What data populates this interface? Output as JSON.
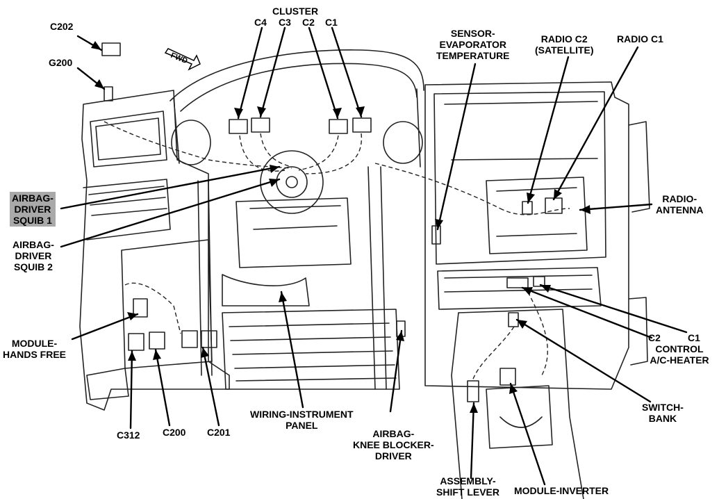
{
  "diagram": {
    "labels": {
      "cluster": "CLUSTER",
      "c4": "C4",
      "c3": "C3",
      "c2_cluster": "C2",
      "c1_cluster": "C1",
      "c202": "C202",
      "g200": "G200",
      "fwd": "FWD",
      "sensor_evap": [
        "SENSOR-",
        "EVAPORATOR",
        "TEMPERATURE"
      ],
      "radio_c2": [
        "RADIO C2",
        "(SATELLITE)"
      ],
      "radio_c1": "RADIO C1",
      "radio_antenna": [
        "RADIO-",
        "ANTENNA"
      ],
      "airbag_squib1": [
        "AIRBAG-",
        "DRIVER",
        "SQUIB 1"
      ],
      "airbag_squib2": [
        "AIRBAG-",
        "DRIVER",
        "SQUIB 2"
      ],
      "module_hands_free": [
        "MODULE-",
        "HANDS FREE"
      ],
      "c2_control": "C2",
      "c1_control": [
        "C1",
        "CONTROL",
        "A/C-HEATER"
      ],
      "switch_bank": [
        "SWITCH-",
        "BANK"
      ],
      "c312": "C312",
      "c200": "C200",
      "c201": "C201",
      "wiring_panel": [
        "WIRING-INSTRUMENT",
        "PANEL"
      ],
      "airbag_knee": [
        "AIRBAG-",
        "KNEE BLOCKER-",
        "DRIVER"
      ],
      "assembly_shift": [
        "ASSEMBLY-",
        "SHIFT LEVER"
      ],
      "module_inverter": "MODULE-INVERTER"
    },
    "colors": {
      "ink": "#000000",
      "highlight": "#a9a9a9",
      "background": "#ffffff"
    }
  }
}
